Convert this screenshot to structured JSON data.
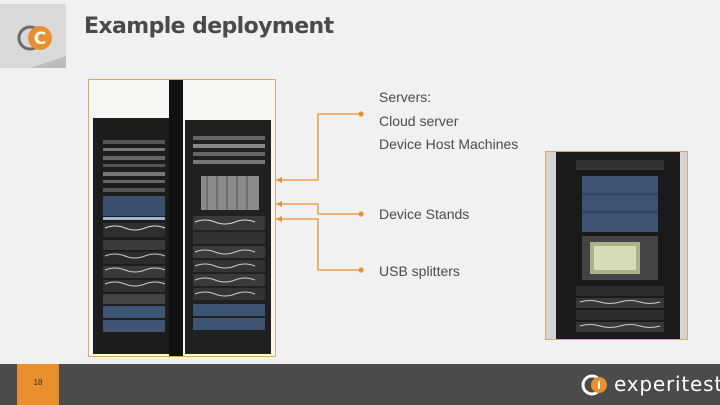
{
  "slide": {
    "title": "Example deployment",
    "page_number": "18"
  },
  "labels": {
    "servers_heading": "Servers:",
    "cloud_server": "Cloud server",
    "device_host_machines": "Device Host Machines",
    "device_stands": "Device Stands",
    "usb_splitters": "USB splitters"
  },
  "footer": {
    "brand_name": "experitest"
  },
  "colors": {
    "accent": "#e98f2d",
    "footer_bg": "#4b4b4b",
    "connector": "#e98f2d",
    "background": "#f1f1f1"
  },
  "icons": {
    "top_logo": "cloud-c-logo",
    "footer_logo": "experitest-ring-logo"
  }
}
